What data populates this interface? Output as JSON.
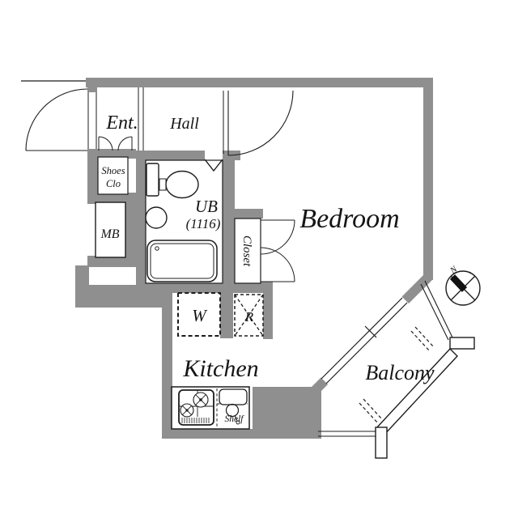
{
  "labels": {
    "ent": "Ent.",
    "hall": "Hall",
    "shoes_closet_line1": "Shoes",
    "shoes_closet_line2": "Clo",
    "meter_box": "MB",
    "unit_bath_line1": "UB",
    "unit_bath_line2": "(1116)",
    "closet": "Closet",
    "bedroom": "Bedroom",
    "washer": "W",
    "refrigerator": "R",
    "kitchen": "Kitchen",
    "shelf": "Shelf",
    "balcony": "Balcony",
    "compass_north": "N"
  },
  "colors": {
    "wall": "#8f8f8f",
    "line": "#1c1c1c",
    "floor": "#ffffff"
  }
}
